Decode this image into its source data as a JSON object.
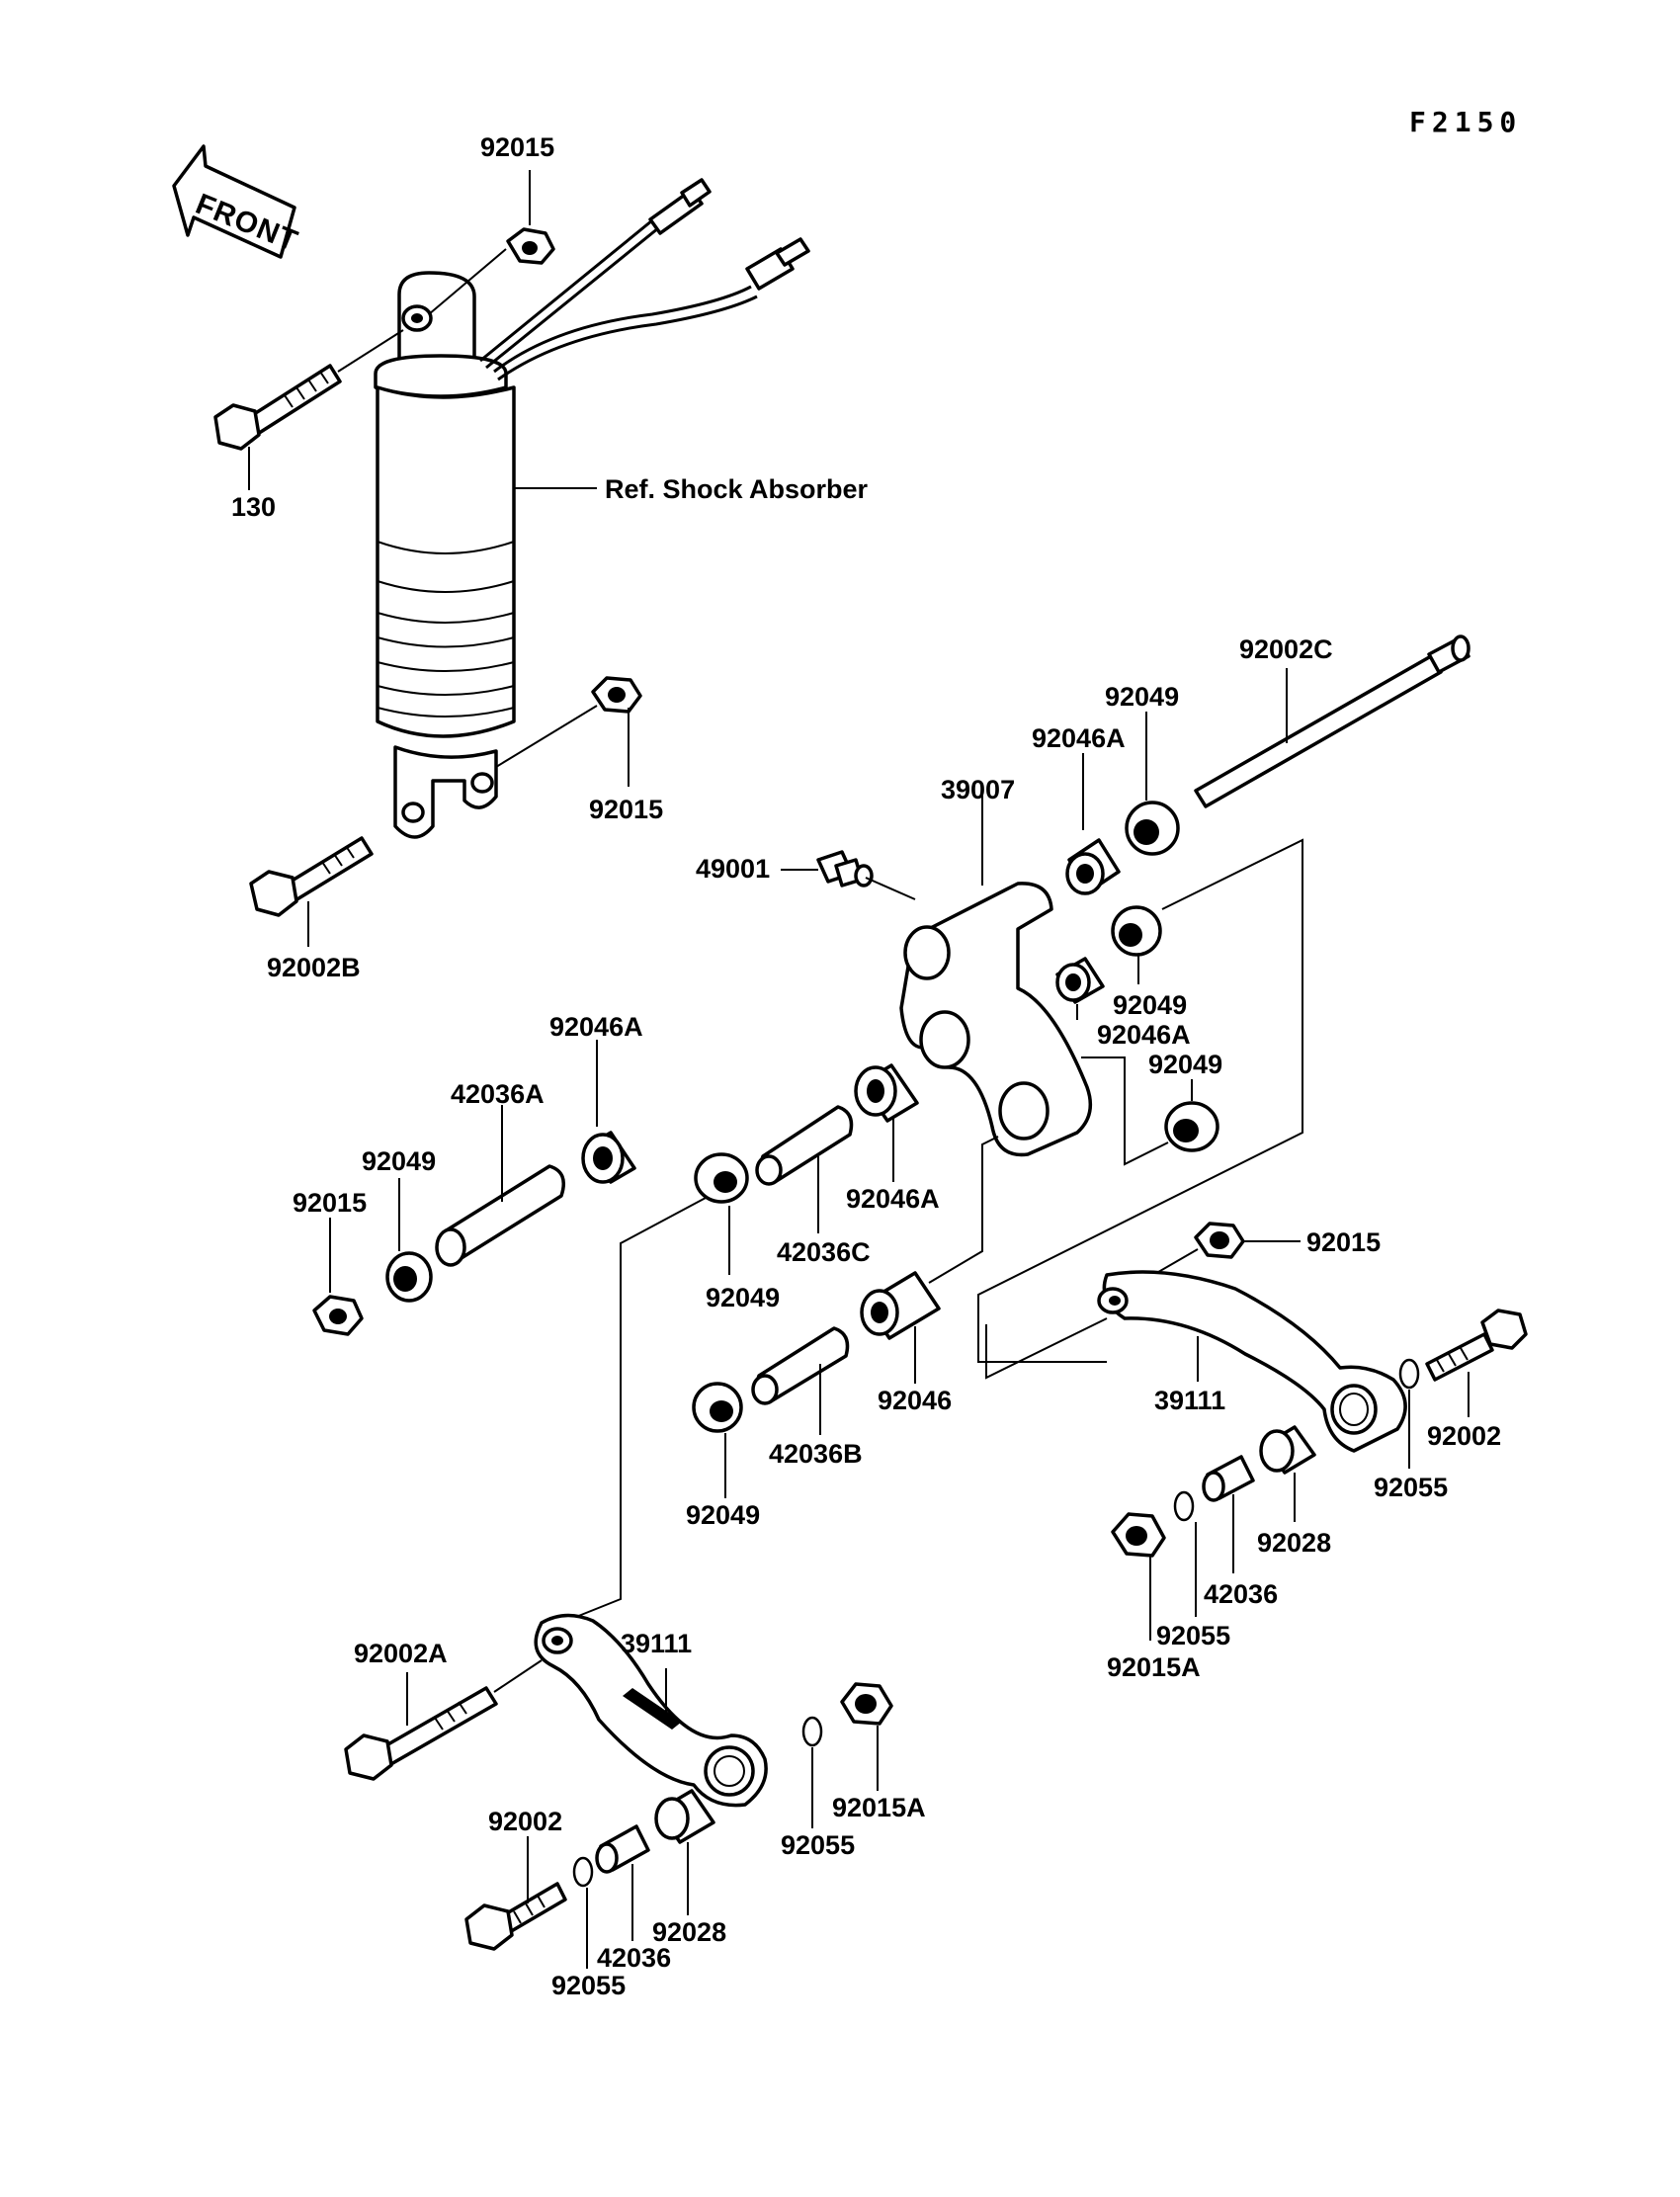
{
  "diagram": {
    "code": "F2150",
    "front_arrow_label": "FRONT",
    "labels": [
      "92015",
      "130",
      "Ref. Shock Absorber",
      "92015",
      "92002B",
      "92002C",
      "92049",
      "92046A",
      "39007",
      "49001",
      "92049",
      "92046A",
      "92049",
      "92046A",
      "42036A",
      "92049",
      "92015",
      "42036C",
      "92046A",
      "92049",
      "92015",
      "92046",
      "39111",
      "92002",
      "42036B",
      "92049",
      "92055",
      "92028",
      "42036",
      "92055",
      "92015A",
      "92002A",
      "39111",
      "92015A",
      "92055",
      "92002",
      "42036",
      "92028",
      "92055"
    ]
  }
}
